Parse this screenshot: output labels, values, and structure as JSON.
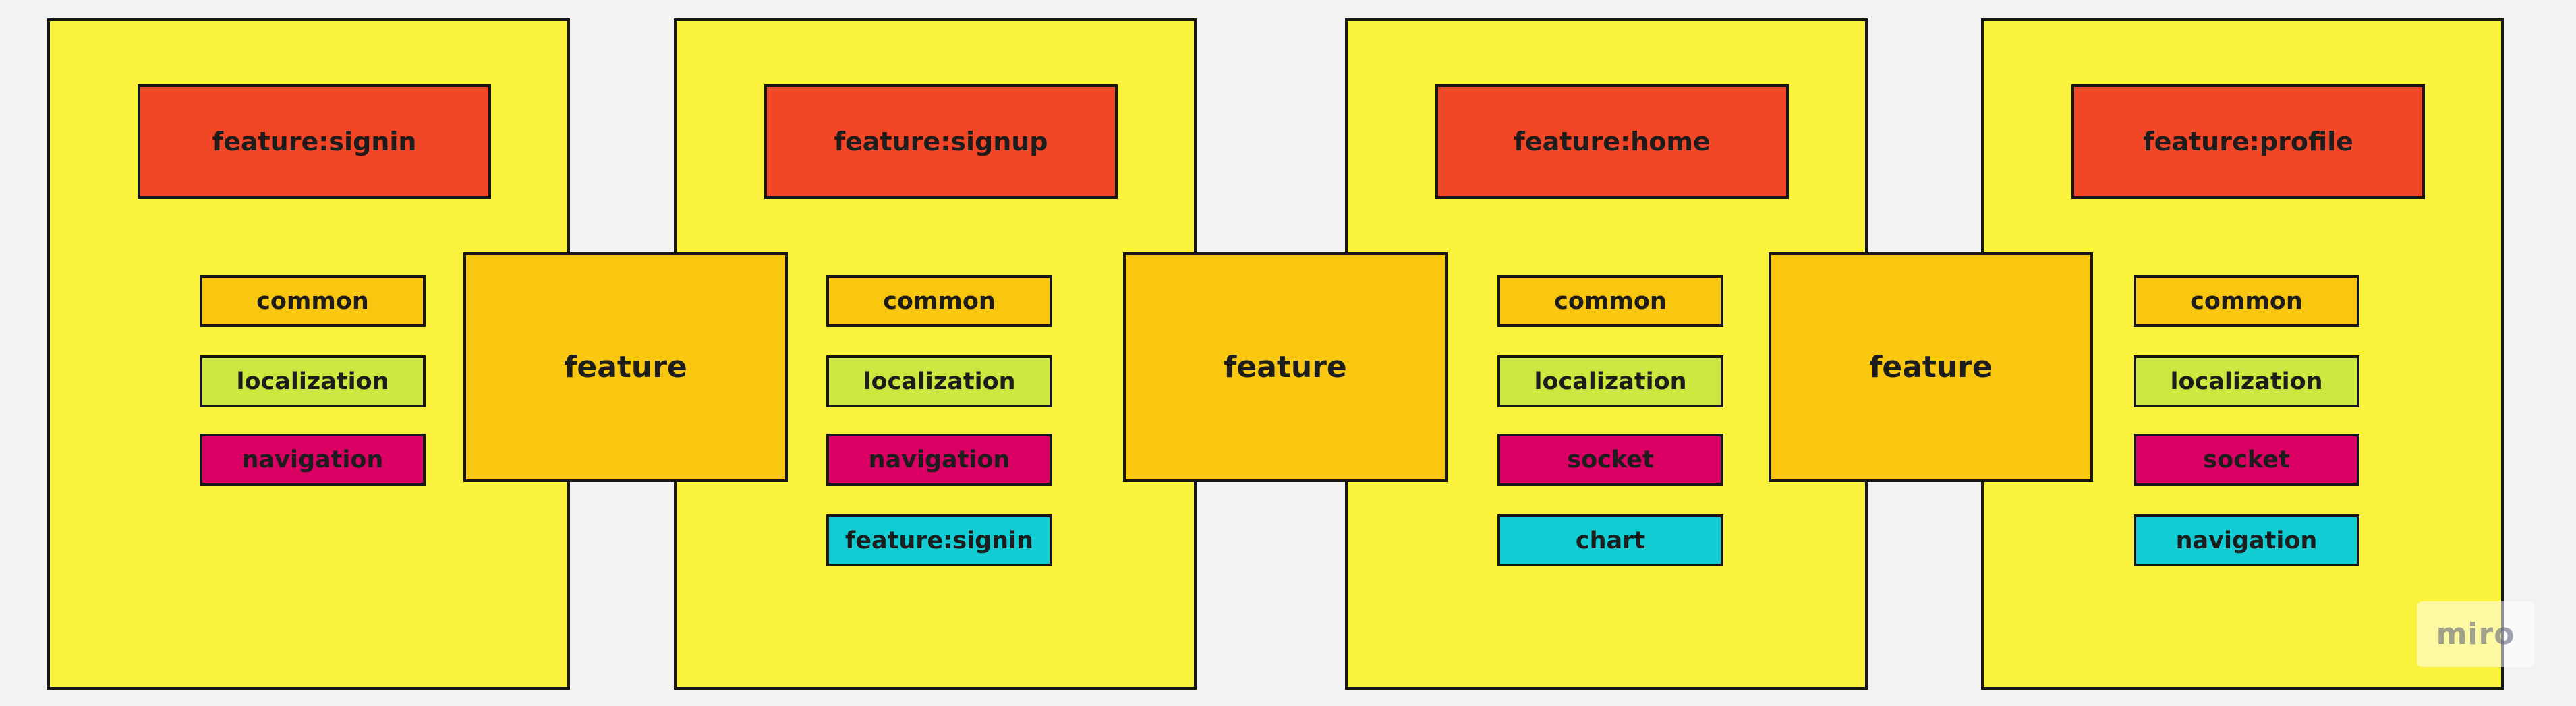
{
  "board": {
    "background": "#f2f2f2",
    "shape_border": "#161616",
    "text_color": "#1d1d1d"
  },
  "colors": {
    "yellow": "#fbf23e",
    "orange": "#fac710",
    "green": "#cee741",
    "red": "#f24726",
    "magenta": "#da0063",
    "cyan": "#12cdd4"
  },
  "panels": [
    {
      "title": "feature:signin",
      "modules": [
        {
          "label": "common",
          "color": "orange"
        },
        {
          "label": "localization",
          "color": "green"
        },
        {
          "label": "navigation",
          "color": "magenta"
        }
      ]
    },
    {
      "title": "feature:signup",
      "modules": [
        {
          "label": "common",
          "color": "orange"
        },
        {
          "label": "localization",
          "color": "green"
        },
        {
          "label": "navigation",
          "color": "magenta"
        },
        {
          "label": "feature:signin",
          "color": "cyan"
        }
      ]
    },
    {
      "title": "feature:home",
      "modules": [
        {
          "label": "common",
          "color": "orange"
        },
        {
          "label": "localization",
          "color": "green"
        },
        {
          "label": "socket",
          "color": "magenta"
        },
        {
          "label": "chart",
          "color": "cyan"
        }
      ]
    },
    {
      "title": "feature:profile",
      "modules": [
        {
          "label": "common",
          "color": "orange"
        },
        {
          "label": "localization",
          "color": "green"
        },
        {
          "label": "socket",
          "color": "magenta"
        },
        {
          "label": "navigation",
          "color": "cyan"
        }
      ]
    }
  ],
  "connectors": [
    {
      "label": "feature"
    },
    {
      "label": "feature"
    },
    {
      "label": "feature"
    }
  ],
  "watermark": {
    "label": "miro"
  }
}
